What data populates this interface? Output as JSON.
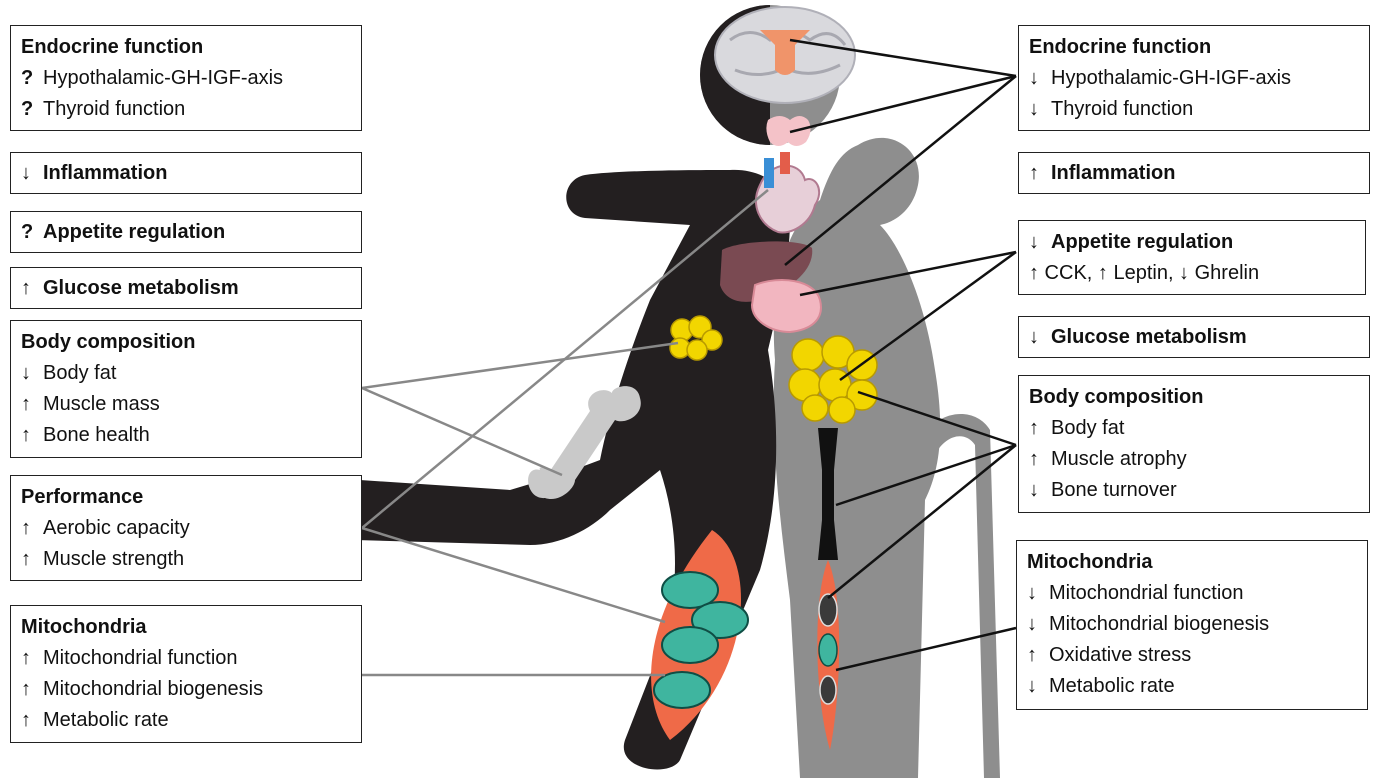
{
  "left": {
    "endocrine": {
      "title": "Endocrine function",
      "items": [
        {
          "sym": "?",
          "text": "Hypothalamic-GH-IGF-axis"
        },
        {
          "sym": "?",
          "text": "Thyroid function"
        }
      ]
    },
    "inflammation": {
      "sym": "↓",
      "text": "Inflammation"
    },
    "appetite": {
      "sym": "?",
      "text": "Appetite regulation"
    },
    "glucose": {
      "sym": "↑",
      "text": "Glucose metabolism"
    },
    "body": {
      "title": "Body composition",
      "items": [
        {
          "sym": "↓",
          "text": "Body fat"
        },
        {
          "sym": "↑",
          "text": "Muscle mass"
        },
        {
          "sym": "↑",
          "text": "Bone health"
        }
      ]
    },
    "performance": {
      "title": "Performance",
      "items": [
        {
          "sym": "↑",
          "text": "Aerobic capacity"
        },
        {
          "sym": "↑",
          "text": "Muscle strength"
        }
      ]
    },
    "mito": {
      "title": "Mitochondria",
      "items": [
        {
          "sym": "↑",
          "text": "Mitochondrial function"
        },
        {
          "sym": "↑",
          "text": "Mitochondrial biogenesis"
        },
        {
          "sym": "↑",
          "text": "Metabolic rate"
        }
      ]
    }
  },
  "right": {
    "endocrine": {
      "title": "Endocrine function",
      "items": [
        {
          "sym": "↓",
          "text": "Hypothalamic-GH-IGF-axis"
        },
        {
          "sym": "↓",
          "text": "Thyroid function"
        }
      ]
    },
    "inflammation": {
      "sym": "↑",
      "text": "Inflammation"
    },
    "appetite": {
      "sym": "↓",
      "text": "Appetite regulation",
      "sub": "↑ CCK, ↑ Leptin, ↓ Ghrelin"
    },
    "glucose": {
      "sym": "↓",
      "text": "Glucose metabolism"
    },
    "body": {
      "title": "Body composition",
      "items": [
        {
          "sym": "↑",
          "text": "Body fat"
        },
        {
          "sym": "↑",
          "text": "Muscle atrophy"
        },
        {
          "sym": "↓",
          "text": "Bone turnover"
        }
      ]
    },
    "mito": {
      "title": "Mitochondria",
      "items": [
        {
          "sym": "↓",
          "text": "Mitochondrial function"
        },
        {
          "sym": "↓",
          "text": "Mitochondrial biogenesis"
        },
        {
          "sym": "↑",
          "text": "Oxidative stress"
        },
        {
          "sym": "↓",
          "text": "Metabolic rate"
        }
      ]
    }
  },
  "colors": {
    "young_silhouette": "#231f20",
    "old_silhouette": "#8e8e8e",
    "bone_light": "#c9c9c9",
    "fat": "#f2d600",
    "liver": "#7a4a52",
    "intestine": "#f2b6c0",
    "muscle": "#ef6a48",
    "mitochondria": "#3fb59f",
    "hypothalamus": "#f0946a"
  }
}
